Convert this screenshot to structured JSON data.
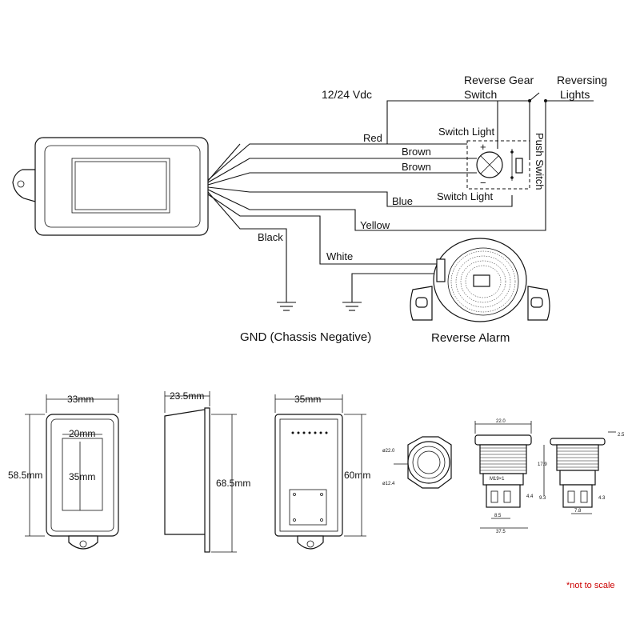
{
  "wiring": {
    "supply_label": "12/24 Vdc",
    "reverse_gear_switch": "Reverse Gear\nSwitch",
    "reversing_lights": "Reversing\nLights",
    "wire_red": "Red",
    "wire_brown_1": "Brown",
    "wire_brown_2": "Brown",
    "wire_blue": "Blue",
    "wire_yellow": "Yellow",
    "wire_black": "Black",
    "wire_white": "White",
    "switch_light_top": "Switch Light",
    "switch_light_bottom": "Switch Light",
    "push_switch": "Push Switch",
    "plus": "+",
    "minus": "−",
    "gnd_label": "GND (Chassis Negative)",
    "reverse_alarm": "Reverse Alarm"
  },
  "dimensions": {
    "front_width": "33mm",
    "front_height": "58.5mm",
    "window_width": "20mm",
    "window_height": "35mm",
    "side_depth": "23.5mm",
    "side_height": "68.5mm",
    "back_width": "35mm",
    "back_height": "60mm",
    "button_outer_dia": "ø22.0",
    "button_inner_dia": "ø12.4",
    "btn_side_top": "22.0",
    "btn_thread": "M19×1",
    "btn_width_a": "8.5",
    "btn_width_b": "37.5",
    "btn_side_a": "4.4",
    "btn_height": "17.9",
    "btn_h2": "9.3",
    "btn_top_r": "2.5",
    "btn_r_a": "7.8",
    "btn_r_b": "4.3"
  },
  "note": "*not to scale"
}
